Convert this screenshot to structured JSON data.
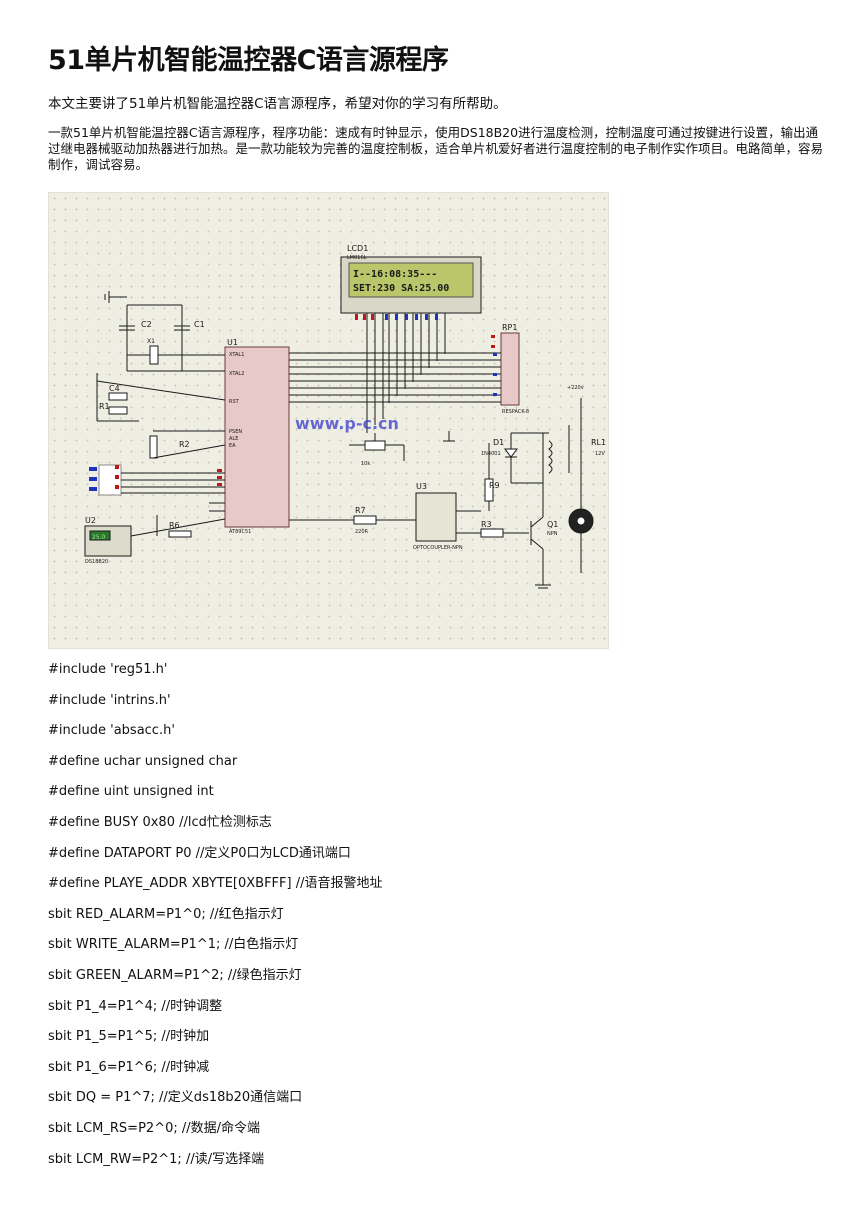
{
  "title": "51单片机智能温控器C语言源程序",
  "intro": "本文主要讲了51单片机智能温控器C语言源程序，希望对你的学习有所帮助。",
  "description": "一款51单片机智能温控器C语言源程序，程序功能：速成有时钟显示，使用DS18B20进行温度检测，控制温度可通过按键进行设置，输出通过继电器械驱动加热器进行加热。是一款功能较为完善的温度控制板，适合单片机爱好者进行温度控制的电子制作实作项目。电路简单，容易制作，调试容易。",
  "schematic": {
    "lcd_label": "LCD1",
    "lcd_model": "LM016L",
    "lcd_line1": "I--16:08:35---",
    "lcd_line2": "SET:230 SA:25.00",
    "mcu_label": "U1",
    "mcu_model": "AT89C51",
    "mcu_pin_xtal1": "XTAL1",
    "mcu_pin_xtal2": "XTAL2",
    "mcu_pin_rst": "RST",
    "mcu_pin_psen": "PSEN",
    "mcu_pin_ale": "ALE",
    "mcu_pin_ea": "EA",
    "c1": "C1",
    "c2": "C2",
    "c4": "C4",
    "x1": "X1",
    "r1": "R1",
    "r2": "R2",
    "r3": "R3",
    "r6": "R6",
    "r7": "R7",
    "r7_value": "220R",
    "r9": "R9",
    "rp1": "RP1",
    "rp1_model": "RESPACK-8",
    "rv_value": "10k",
    "d1": "D1",
    "d1_model": "1N4001",
    "rl1": "RL1",
    "rl1_value": "12V",
    "q1": "Q1",
    "q1_type": "NPN",
    "u2": "U2",
    "u2_model": "DS18B20",
    "u2_display": "25.0",
    "u3": "U3",
    "u3_model": "OPTOCOUPLER-NPN",
    "vcc_label": "+220v",
    "watermark": "www.p-c.cn"
  },
  "code_lines": [
    "#include 'reg51.h'",
    "#include 'intrins.h'",
    "#include 'absacc.h'",
    "#define uchar unsigned char",
    "#define uint unsigned int",
    "#define BUSY 0x80 //lcd忙检测标志",
    "#define DATAPORT P0 //定义P0口为LCD通讯端口",
    "#define PLAYE_ADDR XBYTE[0XBFFF] //语音报警地址",
    "sbit RED_ALARM=P1^0; //红色指示灯",
    "sbit WRITE_ALARM=P1^1; //白色指示灯",
    "sbit GREEN_ALARM=P1^2; //绿色指示灯",
    "sbit P1_4=P1^4; //时钟调整",
    "sbit P1_5=P1^5; //时钟加",
    "sbit P1_6=P1^6; //时钟减",
    "sbit DQ = P1^7; //定义ds18b20通信端口",
    "sbit LCM_RS=P2^0; //数据/命令端",
    "sbit LCM_RW=P2^1; //读/写选择端"
  ],
  "colors": {
    "figure_bg": "#efeee3",
    "lcd_green": "#b9c76a",
    "wire": "#1a1a1a",
    "pin_red": "#c01818",
    "pin_blue": "#2030c0"
  }
}
